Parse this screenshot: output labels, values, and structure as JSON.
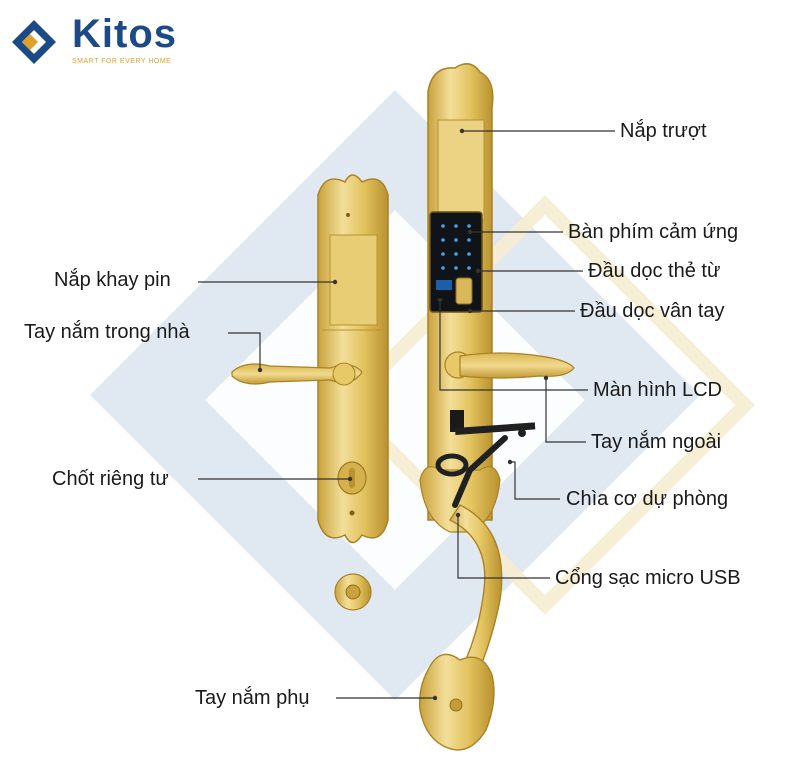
{
  "brand": {
    "name": "Kitos",
    "tagline": "SMART FOR EVERY HOME",
    "primary_color": "#1b4a86",
    "accent_color": "#e0a12a"
  },
  "labels": {
    "nap_truot": "Nắp trượt",
    "ban_phim": "Bàn phím cảm ứng",
    "dau_doc_the": "Đầu dọc thẻ từ",
    "dau_doc_van_tay": "Đầu dọc vân tay",
    "nap_khay_pin": "Nắp khay pin",
    "tay_nam_trong": "Tay nắm trong nhà",
    "man_hinh_lcd": "Màn hình LCD",
    "tay_nam_ngoai": "Tay nắm ngoài",
    "chot_rieng_tu": "Chốt riêng tư",
    "chia_co": "Chìa cơ dự phòng",
    "cong_sac": "Cổng sạc micro USB",
    "tay_nam_phu": "Tay nắm phụ"
  },
  "colors": {
    "gold": "#e3c35f",
    "gold_dark": "#b8922f",
    "gold_light": "#f3df9a",
    "panel_bg": "#dbe4f0",
    "accent_bg": "#f6ecd2"
  }
}
